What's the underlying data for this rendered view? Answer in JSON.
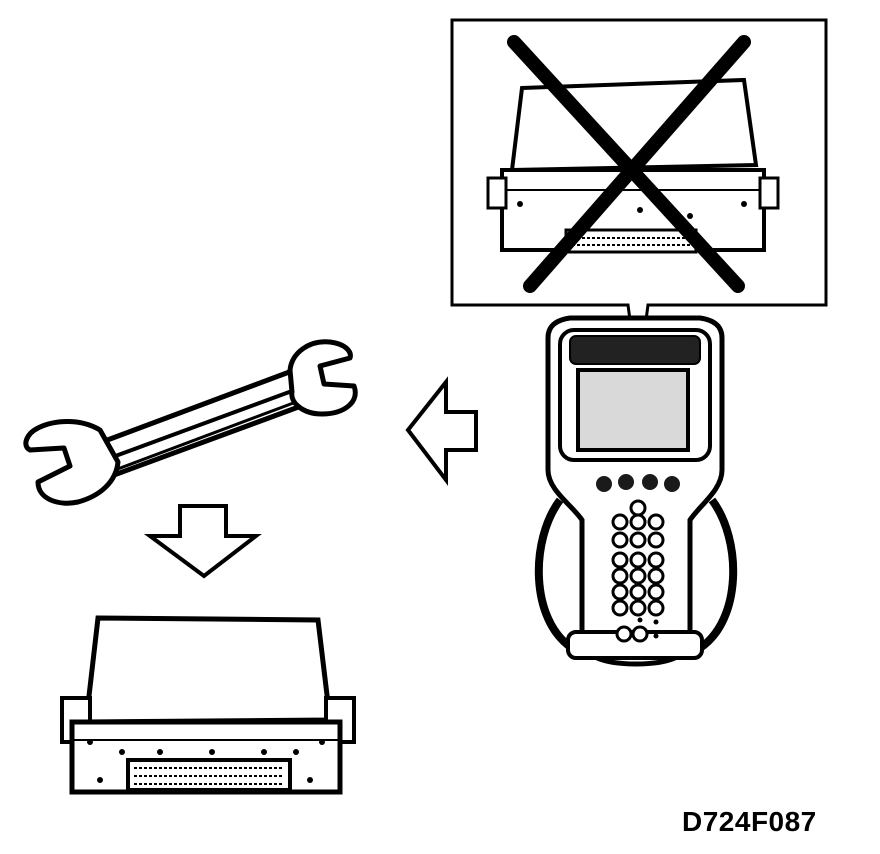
{
  "figure": {
    "code": "D724F087",
    "elements": [
      {
        "name": "scan-tool",
        "description_icon": "handheld-scan-tool-icon"
      },
      {
        "name": "ecu-module-old",
        "description_icon": "control-module-icon"
      },
      {
        "name": "ecu-module-new",
        "description_icon": "control-module-icon"
      },
      {
        "name": "wrench",
        "description_icon": "wrench-icon"
      },
      {
        "name": "arrow-left",
        "description_icon": "arrow-left-icon"
      },
      {
        "name": "arrow-down",
        "description_icon": "arrow-down-icon"
      },
      {
        "name": "cross",
        "description_icon": "x-mark-icon"
      }
    ],
    "colors": {
      "line": "#000000",
      "background": "#ffffff",
      "screen": "#d9d9d9",
      "dark": "#1a1a1a"
    }
  }
}
